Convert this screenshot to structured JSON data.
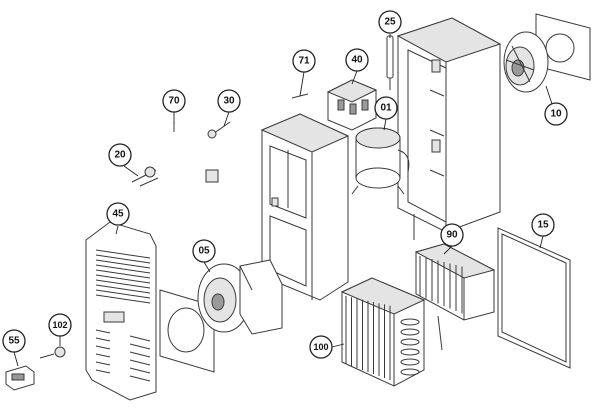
{
  "callouts": {
    "c25": "25",
    "c71": "71",
    "c40": "40",
    "c70": "70",
    "c30": "30",
    "c01": "01",
    "c10": "10",
    "c20": "20",
    "c45": "45",
    "c05": "05",
    "c90": "90",
    "c15": "15",
    "c102": "102",
    "c55": "55",
    "c100": "100"
  }
}
